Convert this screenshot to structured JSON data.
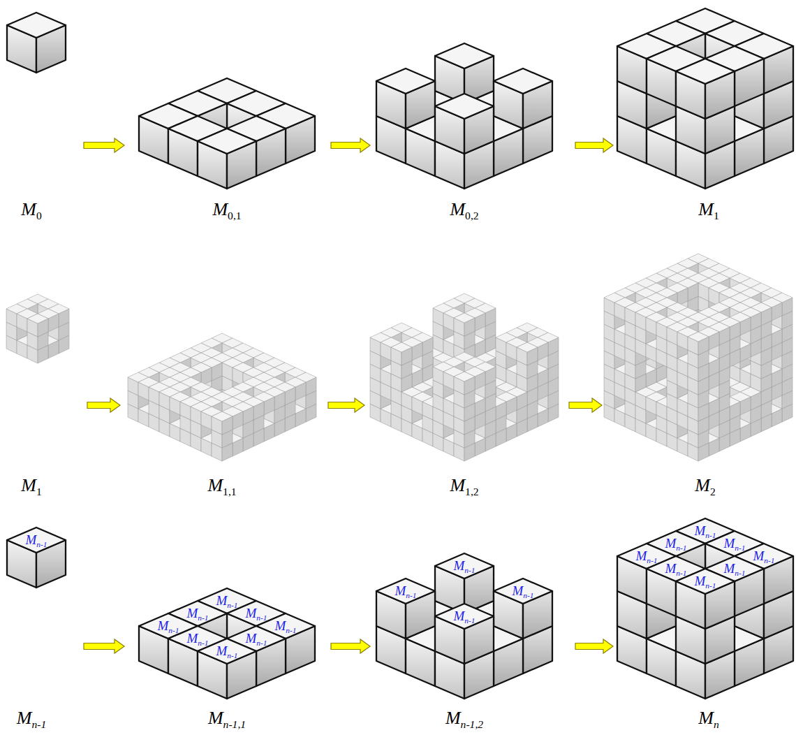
{
  "diagram": {
    "nodes": [
      {
        "text": [
          "M0"
        ]
      },
      {
        "text": [
          "M0,1"
        ]
      },
      {
        "text": [
          "M0,2"
        ]
      },
      {
        "text": [
          "M1"
        ]
      },
      {
        "text": [
          "M1"
        ]
      },
      {
        "text": [
          "M1,1"
        ]
      },
      {
        "text": [
          "M1,2"
        ]
      },
      {
        "text": [
          "M2"
        ]
      },
      {
        "text": [
          "Mn-1"
        ]
      },
      {
        "text": [
          "Mn-1"
        ],
        "in": 8
      },
      {
        "text": [
          "Mn-1,1"
        ]
      },
      {
        "text": [
          "Mn-1"
        ],
        "in": 10
      },
      {
        "text": [
          "Mn-1"
        ],
        "in": 10
      },
      {
        "text": [
          "Mn-1"
        ],
        "in": 10
      },
      {
        "text": [
          "Mn-1"
        ],
        "in": 10
      },
      {
        "text": [
          "Mn-1"
        ],
        "in": 10
      },
      {
        "text": [
          "Mn-1"
        ],
        "in": 10
      },
      {
        "text": [
          "Mn-1"
        ],
        "in": 10
      },
      {
        "text": [
          "Mn-1"
        ],
        "in": 10
      },
      {
        "text": [
          "Mn-1,2"
        ]
      },
      {
        "text": [
          "Mn-1"
        ],
        "in": 19
      },
      {
        "text": [
          "Mn-1"
        ],
        "in": 19
      },
      {
        "text": [
          "Mn-1"
        ],
        "in": 19
      },
      {
        "text": [
          "Mn-1"
        ],
        "in": 19
      },
      {
        "text": [
          "Mn"
        ]
      },
      {
        "text": [
          "Mn-1"
        ],
        "in": 24
      },
      {
        "text": [
          "Mn-1"
        ],
        "in": 24
      },
      {
        "text": [
          "Mn-1"
        ],
        "in": 24
      },
      {
        "text": [
          "Mn-1"
        ],
        "in": 24
      },
      {
        "text": [
          "Mn-1"
        ],
        "in": 24
      },
      {
        "text": [
          "Mn-1"
        ],
        "in": 24
      },
      {
        "text": [
          "Mn-1"
        ],
        "in": 24
      },
      {
        "text": [
          "Mn-1"
        ],
        "in": 24
      }
    ],
    "edges": [
      {
        "from": 0,
        "to": 1,
        "arrow": "to"
      },
      {
        "from": 1,
        "to": 2,
        "arrow": "to"
      },
      {
        "from": 2,
        "to": 3,
        "arrow": "to"
      },
      {
        "from": 4,
        "to": 5,
        "arrow": "to"
      },
      {
        "from": 5,
        "to": 6,
        "arrow": "to"
      },
      {
        "from": 6,
        "to": 7,
        "arrow": "to"
      },
      {
        "from": 8,
        "to": 10,
        "arrow": "to"
      },
      {
        "from": 10,
        "to": 19,
        "arrow": "to"
      },
      {
        "from": 19,
        "to": 24,
        "arrow": "to"
      }
    ]
  }
}
